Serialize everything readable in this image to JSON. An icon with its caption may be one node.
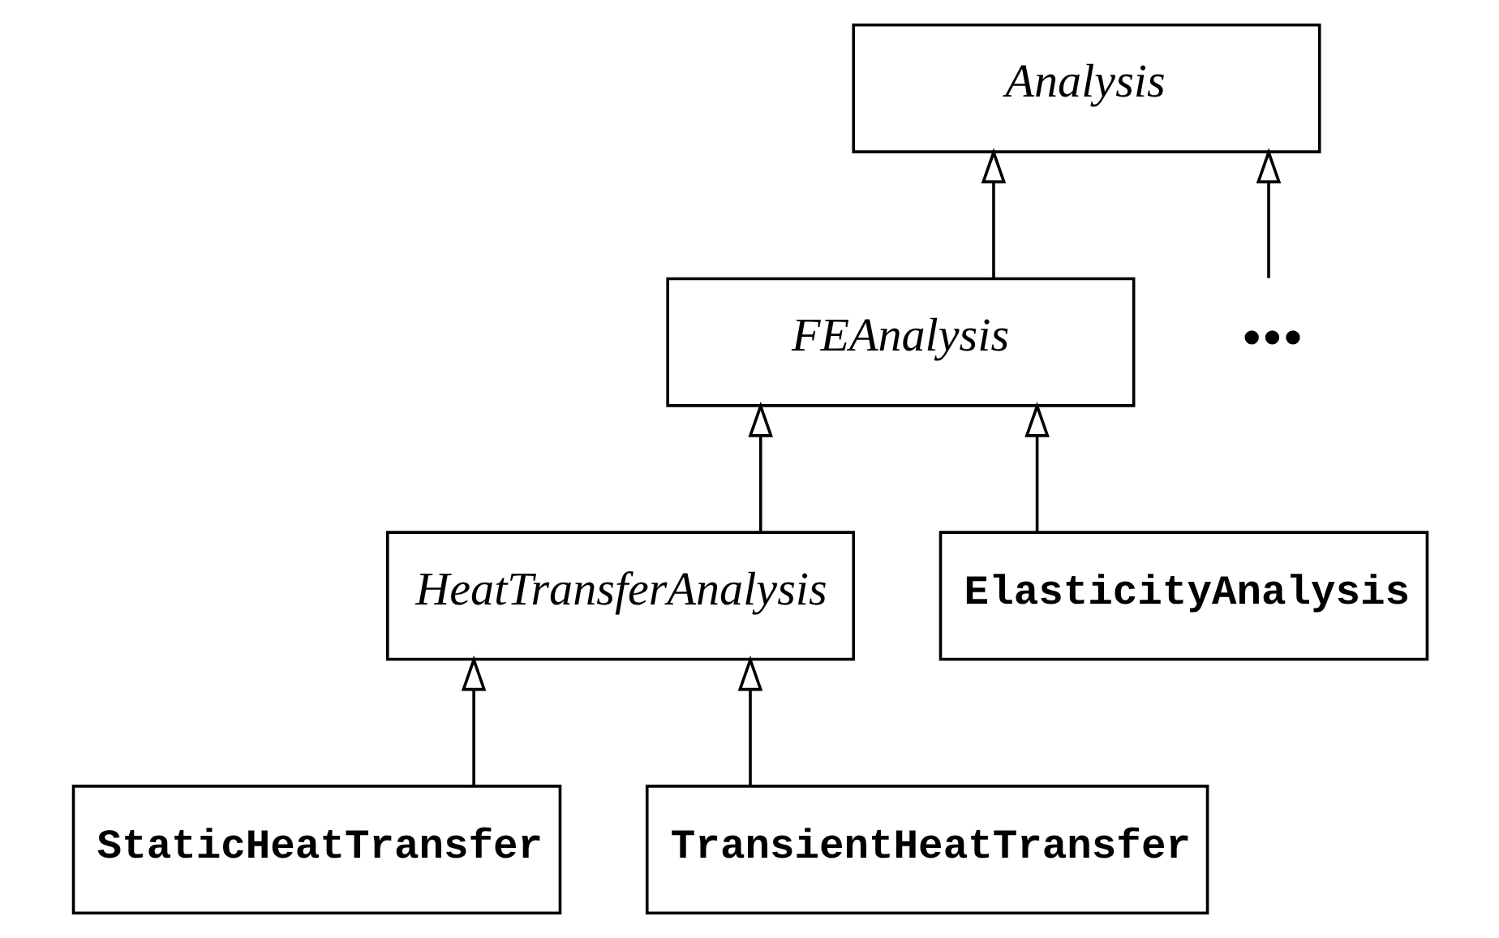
{
  "diagram": {
    "nodes": [
      {
        "text": [
          "Analysis"
        ]
      },
      {
        "text": [
          "FEAnalysis"
        ]
      },
      {
        "text": [
          "•••"
        ]
      },
      {
        "text": [
          "HeatTransferAnalysis"
        ]
      },
      {
        "text": [
          "ElasticityAnalysis"
        ]
      },
      {
        "text": [
          "StaticHeatTransfer"
        ]
      },
      {
        "text": [
          "TransientHeatTransfer"
        ]
      }
    ],
    "edges": [
      {
        "from": 1,
        "to": 0,
        "arrow": "to"
      },
      {
        "from": 2,
        "to": 0,
        "arrow": "to"
      },
      {
        "from": 3,
        "to": 1,
        "arrow": "to"
      },
      {
        "from": 4,
        "to": 1,
        "arrow": "to"
      },
      {
        "from": 5,
        "to": 3,
        "arrow": "to"
      },
      {
        "from": 6,
        "to": 3,
        "arrow": "to"
      }
    ]
  }
}
